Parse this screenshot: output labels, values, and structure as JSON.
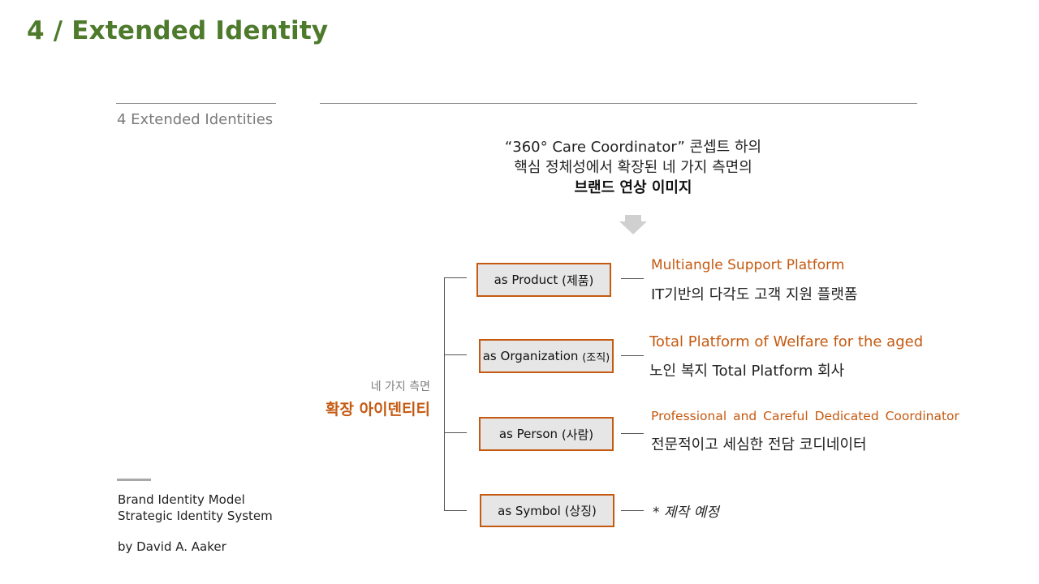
{
  "slide": {
    "title": "4 / Extended Identity",
    "subtitle": "4 Extended Identities"
  },
  "intro": {
    "line1": "“360° Care Coordinator” 콘셉트 하의",
    "line2": "핵심 정체성에서 확장된 네 가지 측면의",
    "line3": "브랜드 연상 이미지"
  },
  "center": {
    "small": "네 가지 측면",
    "big": "확장 아이덴티티"
  },
  "aspects": [
    {
      "label": "as Product",
      "label_ko": "(제품)",
      "en": "Multiangle Support Platform",
      "ko": "IT기반의 다각도 고객 지원 플랫폼"
    },
    {
      "label": "as Organization",
      "label_ko": "(조직)",
      "en": "Total Platform of Welfare for the aged",
      "ko": "노인 복지 Total Platform 회사"
    },
    {
      "label": "as Person",
      "label_ko": "(사람)",
      "en": "Professional and Careful Dedicated Coordinator",
      "ko": "전문적이고 세심한 전담 코디네이터"
    },
    {
      "label": "as Symbol",
      "label_ko": "(상징)",
      "note": "* 제작 예정"
    }
  ],
  "footer": {
    "line1": "Brand Identity Model",
    "line2": "Strategic Identity System",
    "line3": "by David A. Aaker"
  },
  "colors": {
    "title_green": "#4e7a2c",
    "accent_orange": "#c55a11",
    "box_fill": "#e6e6e6"
  }
}
